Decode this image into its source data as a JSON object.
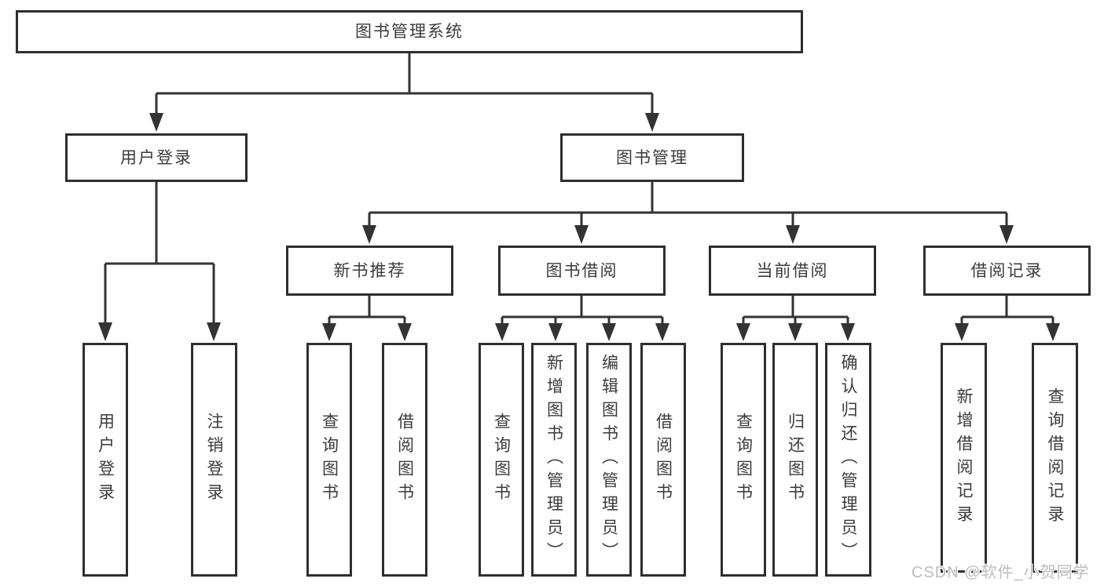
{
  "diagram": {
    "root": {
      "label": "图书管理系统"
    },
    "level2": {
      "user_login": {
        "label": "用户登录"
      },
      "book_management": {
        "label": "图书管理"
      }
    },
    "level3": {
      "new_books": {
        "label": "新书推荐"
      },
      "book_borrowing": {
        "label": "图书借阅"
      },
      "current_borrowing": {
        "label": "当前借阅"
      },
      "borrowing_records": {
        "label": "借阅记录"
      }
    },
    "leaves": {
      "user_login": [
        "用户登录",
        "注销登录"
      ],
      "new_books": [
        "查询图书",
        "借阅图书"
      ],
      "book_borrowing": [
        "查询图书",
        "新增图书（管理员）",
        "编辑图书（管理员）",
        "借阅图书"
      ],
      "current_borrowing": [
        "查询图书",
        "归还图书",
        "确认归还（管理员）"
      ],
      "borrowing_records": [
        "新增借阅记录",
        "查询借阅记录"
      ]
    }
  },
  "watermark": {
    "text": "CSDN @软件_小贺同学"
  },
  "colors": {
    "background": "#ffffff",
    "line": "#333333",
    "box_border": "#2e2e2e",
    "text": "#3b3b3b",
    "watermark": "#bdbdbd"
  }
}
